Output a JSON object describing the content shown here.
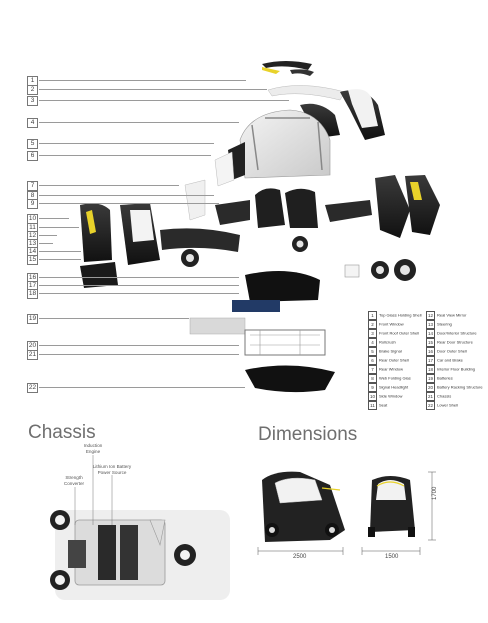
{
  "callouts": [
    "1",
    "2",
    "3",
    "4",
    "5",
    "6",
    "7",
    "8",
    "9",
    "10",
    "11",
    "12",
    "13",
    "14",
    "15",
    "16",
    "17",
    "18",
    "19",
    "20",
    "21",
    "22"
  ],
  "legend": [
    {
      "num": "1",
      "label": "Top Glass Holding Shell"
    },
    {
      "num": "2",
      "label": "Front Window"
    },
    {
      "num": "3",
      "label": "Front Roof Outer Shell"
    },
    {
      "num": "4",
      "label": "Rollcrush"
    },
    {
      "num": "5",
      "label": "Brake Signal"
    },
    {
      "num": "6",
      "label": "Rear Outer Shell"
    },
    {
      "num": "7",
      "label": "Rear Window"
    },
    {
      "num": "8",
      "label": "Web Folding Glas"
    },
    {
      "num": "9",
      "label": "Signal Headlight"
    },
    {
      "num": "10",
      "label": "Side Window"
    },
    {
      "num": "11",
      "label": "Seat"
    },
    {
      "num": "12",
      "label": "Real View Mirror"
    },
    {
      "num": "13",
      "label": "Steering"
    },
    {
      "num": "14",
      "label": "Door/Interior Structure"
    },
    {
      "num": "15",
      "label": "Rear Door Structure"
    },
    {
      "num": "16",
      "label": "Door Outer Shell"
    },
    {
      "num": "17",
      "label": "Car and Brake"
    },
    {
      "num": "18",
      "label": "Interior Floor Building"
    },
    {
      "num": "19",
      "label": "Batteries"
    },
    {
      "num": "20",
      "label": "Battery Racking Structure"
    },
    {
      "num": "21",
      "label": "Chassis"
    },
    {
      "num": "22",
      "label": "Lower Shell"
    }
  ],
  "chassis": {
    "title": "Chassis",
    "induction": "Induction\nEngine",
    "battery": "Lithium Ion Battery\nPower Source",
    "converter": "Strength\nConverter"
  },
  "dimensions": {
    "title": "Dimensions",
    "length": "2500",
    "width": "1500",
    "height": "1700"
  }
}
